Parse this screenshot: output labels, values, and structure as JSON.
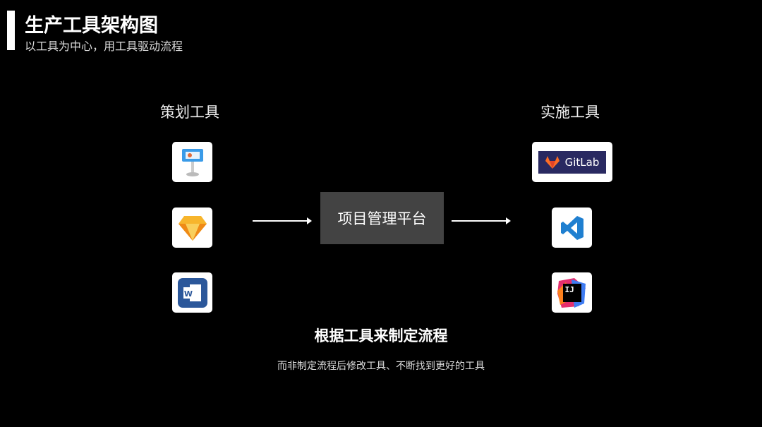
{
  "header": {
    "title": "生产工具架构图",
    "subtitle": "以工具为中心，用工具驱动流程"
  },
  "left": {
    "heading": "策划工具",
    "tools": [
      "keynote-icon",
      "sketch-icon",
      "word-icon"
    ]
  },
  "center": {
    "label": "项目管理平台"
  },
  "right": {
    "heading": "实施工具",
    "tools": [
      "gitlab-logo",
      "vscode-icon",
      "intellij-idea-icon"
    ],
    "gitlab_text": "GitLab",
    "ij_text": "IJ"
  },
  "footer": {
    "headline": "根据工具来制定流程",
    "text": "而非制定流程后修改工具、不断找到更好的工具"
  },
  "colors": {
    "center_box": "#434343",
    "gitlab_bg": "#292961",
    "word": "#2b579a",
    "vscode": "#1f7fd0"
  }
}
